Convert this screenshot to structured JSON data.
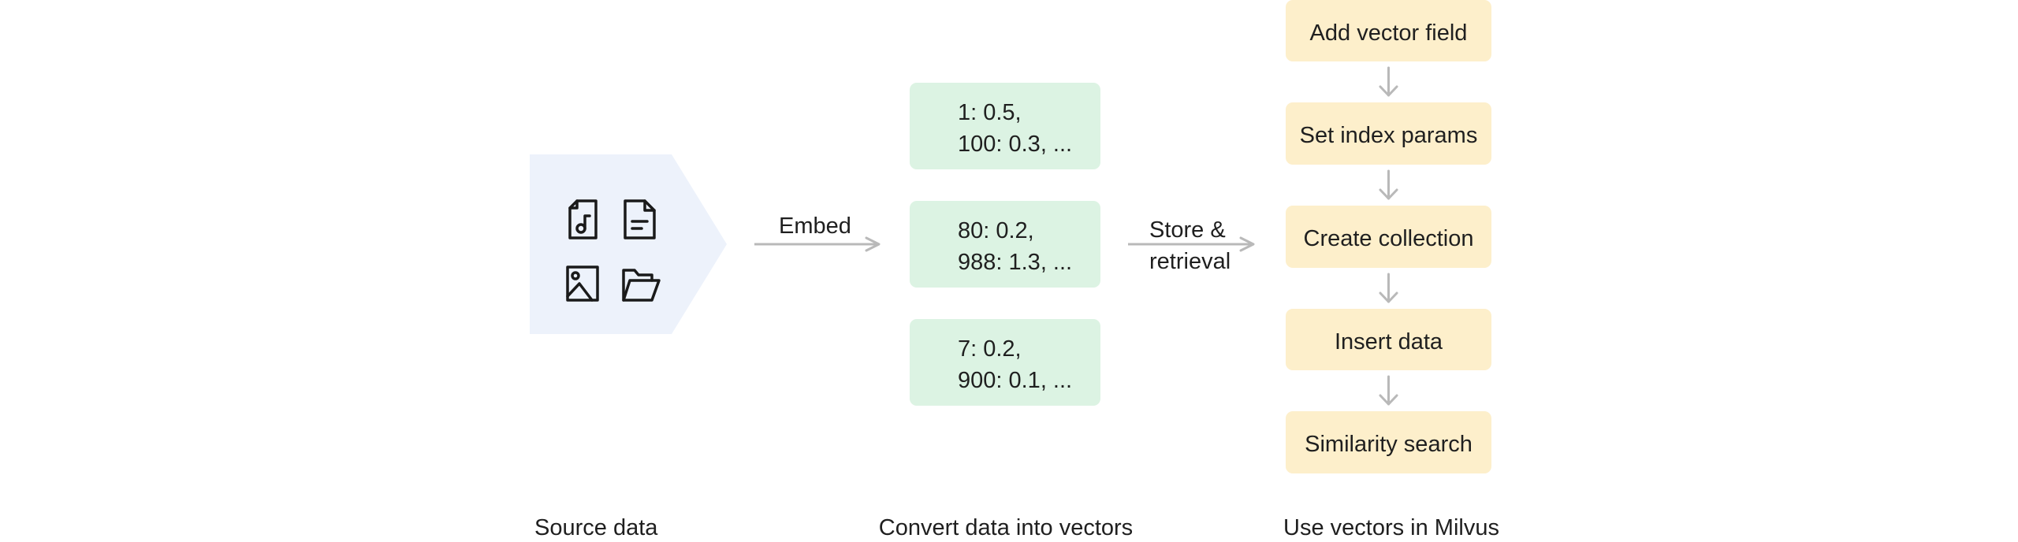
{
  "colors": {
    "source_bg": "#edf2fb",
    "vector_bg": "#dcf3e3",
    "step_bg": "#fdefcb",
    "arrow": "#b9b9b9",
    "icon": "#1a1a1a",
    "text": "#1f1f1f"
  },
  "source": {
    "icons": [
      "music-file-icon",
      "text-file-icon",
      "image-icon",
      "folder-icon"
    ],
    "caption": "Source data"
  },
  "embed_label": "Embed",
  "vectors": {
    "items": [
      {
        "line1": "1: 0.5,",
        "line2": "100: 0.3, ..."
      },
      {
        "line1": "80: 0.2,",
        "line2": "988: 1.3, ..."
      },
      {
        "line1": "7: 0.2,",
        "line2": "900: 0.1, ..."
      }
    ],
    "caption": "Convert data into vectors"
  },
  "store_label": {
    "line1": "Store &",
    "line2": "retrieval"
  },
  "milvus": {
    "steps": [
      "Add vector field",
      "Set index params",
      "Create collection",
      "Insert data",
      "Similarity search"
    ],
    "caption": "Use vectors in Milvus"
  }
}
